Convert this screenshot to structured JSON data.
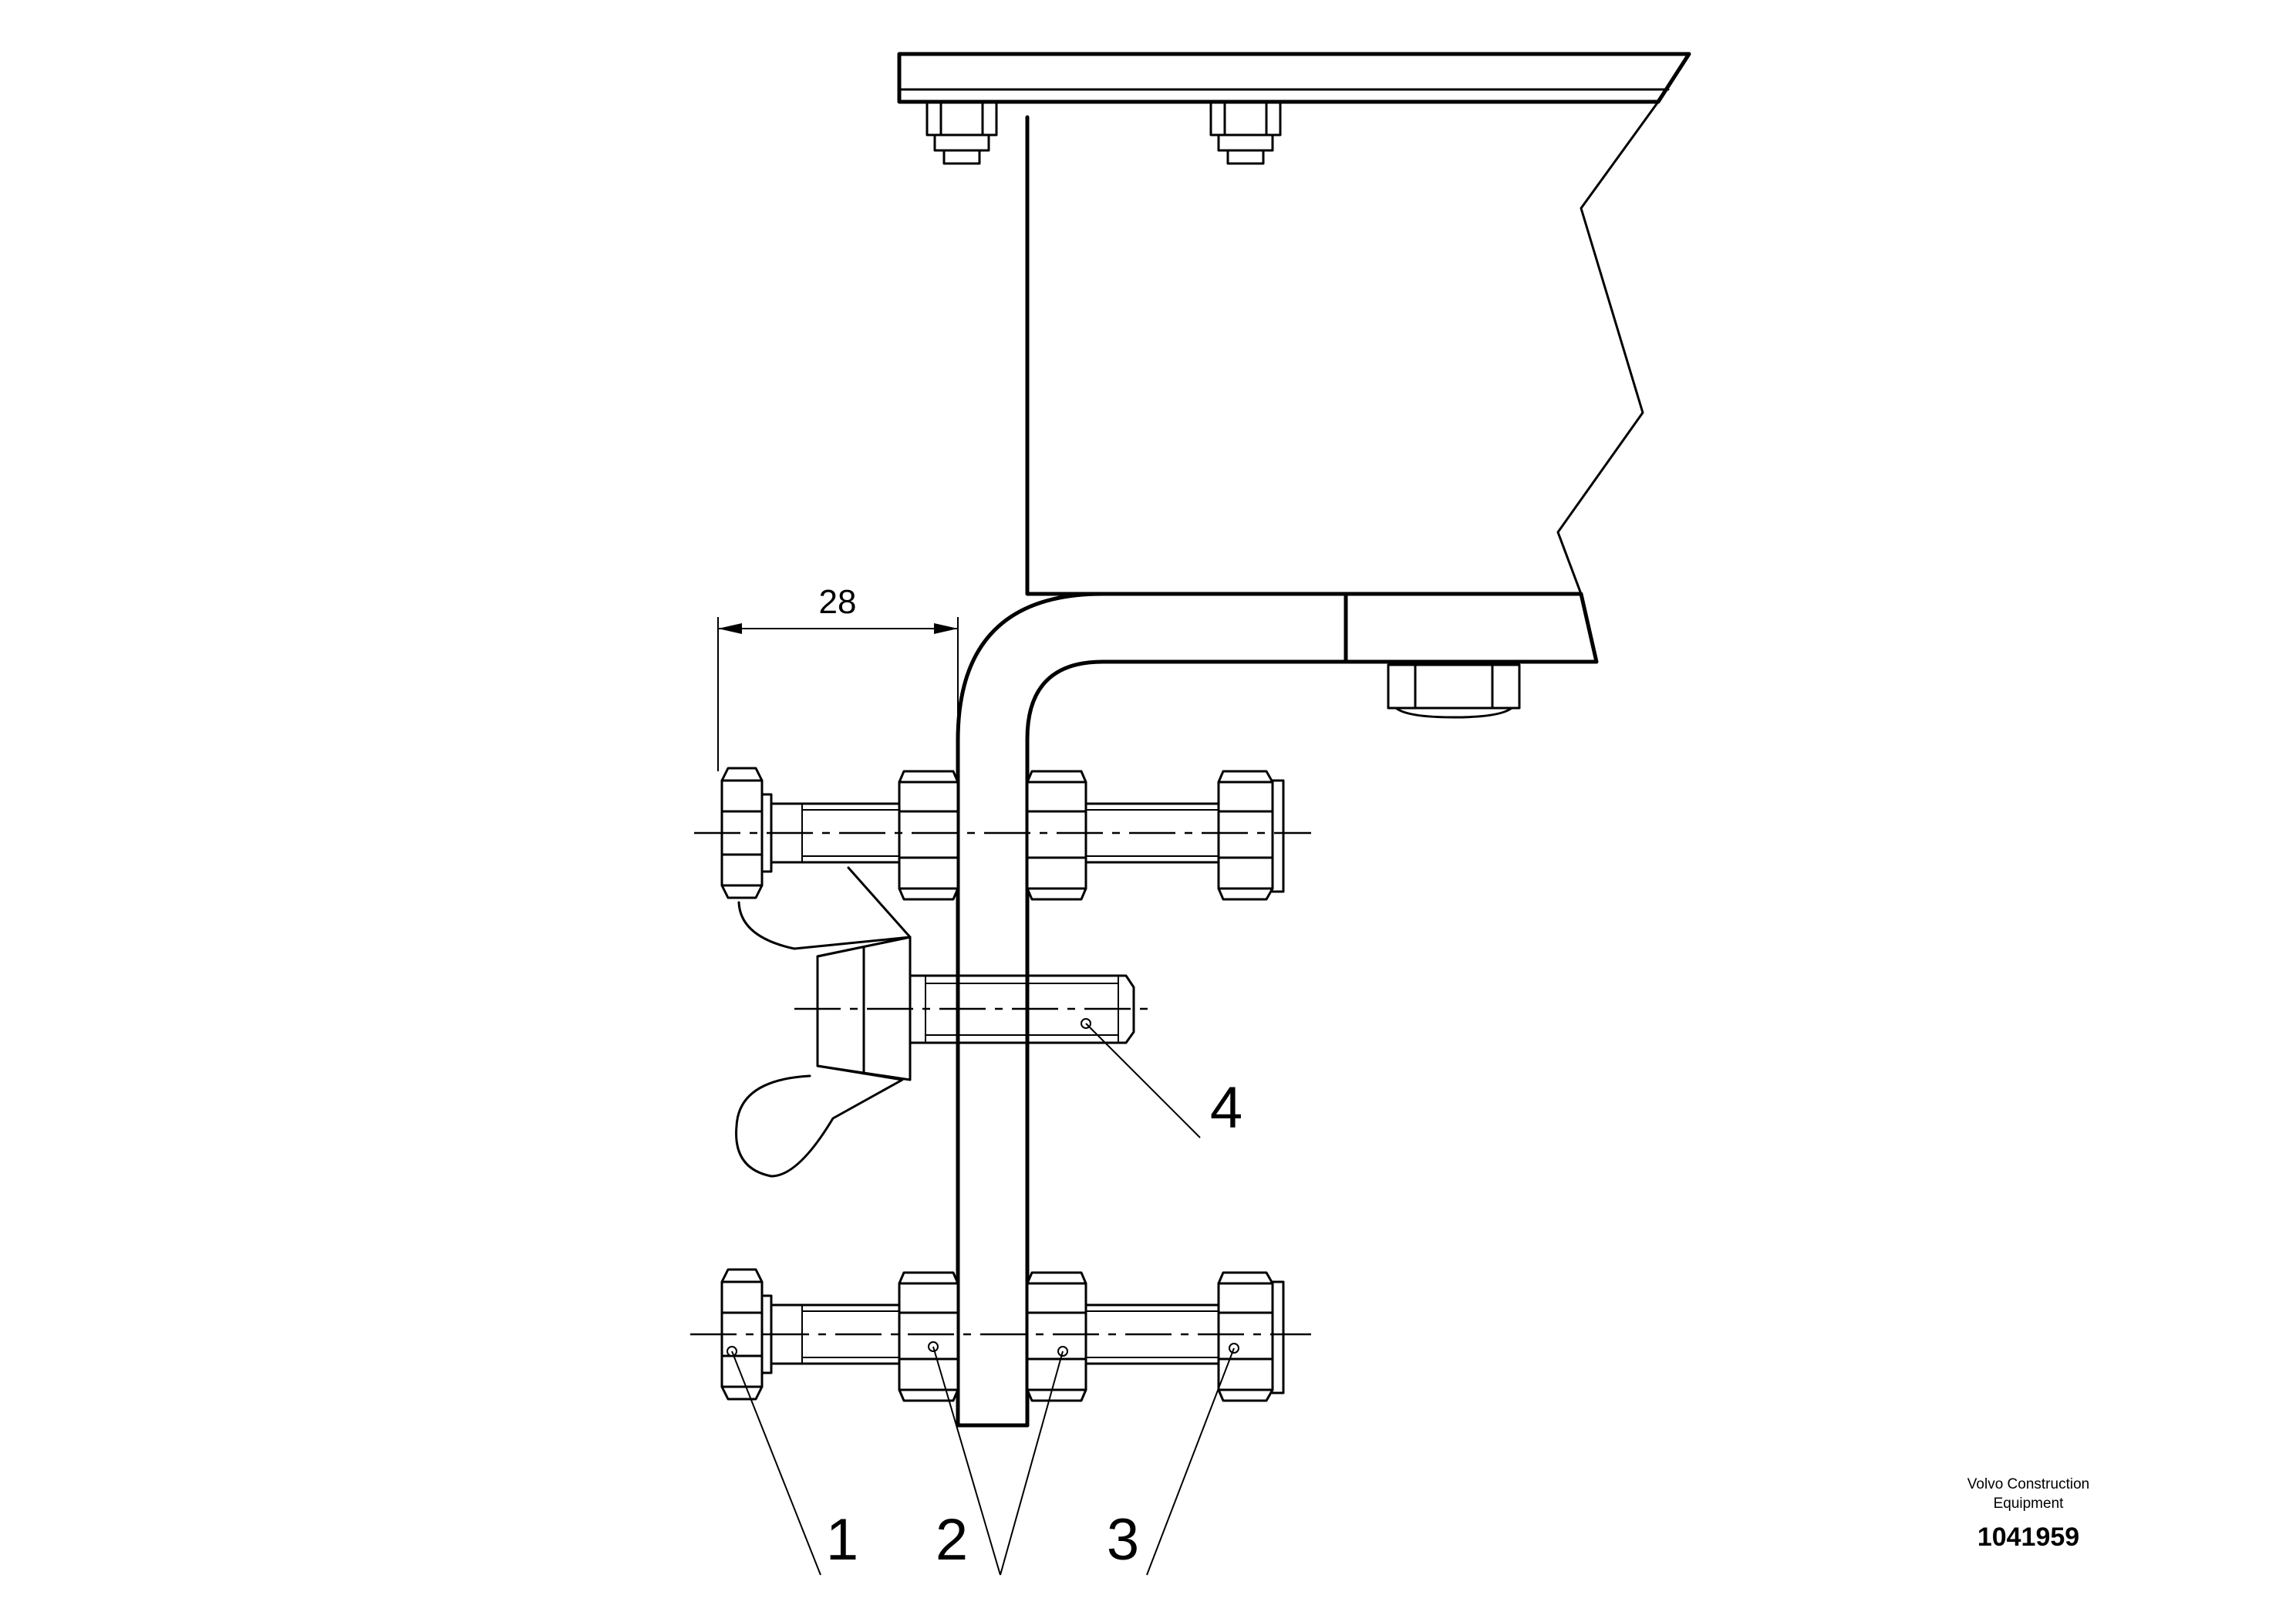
{
  "drawing": {
    "dimension_label": "28",
    "callouts": [
      {
        "label": "1"
      },
      {
        "label": "2"
      },
      {
        "label": "3"
      },
      {
        "label": "4"
      }
    ]
  },
  "title_block": {
    "company_line1": "Volvo Construction",
    "company_line2": "Equipment",
    "document_number": "1041959"
  }
}
